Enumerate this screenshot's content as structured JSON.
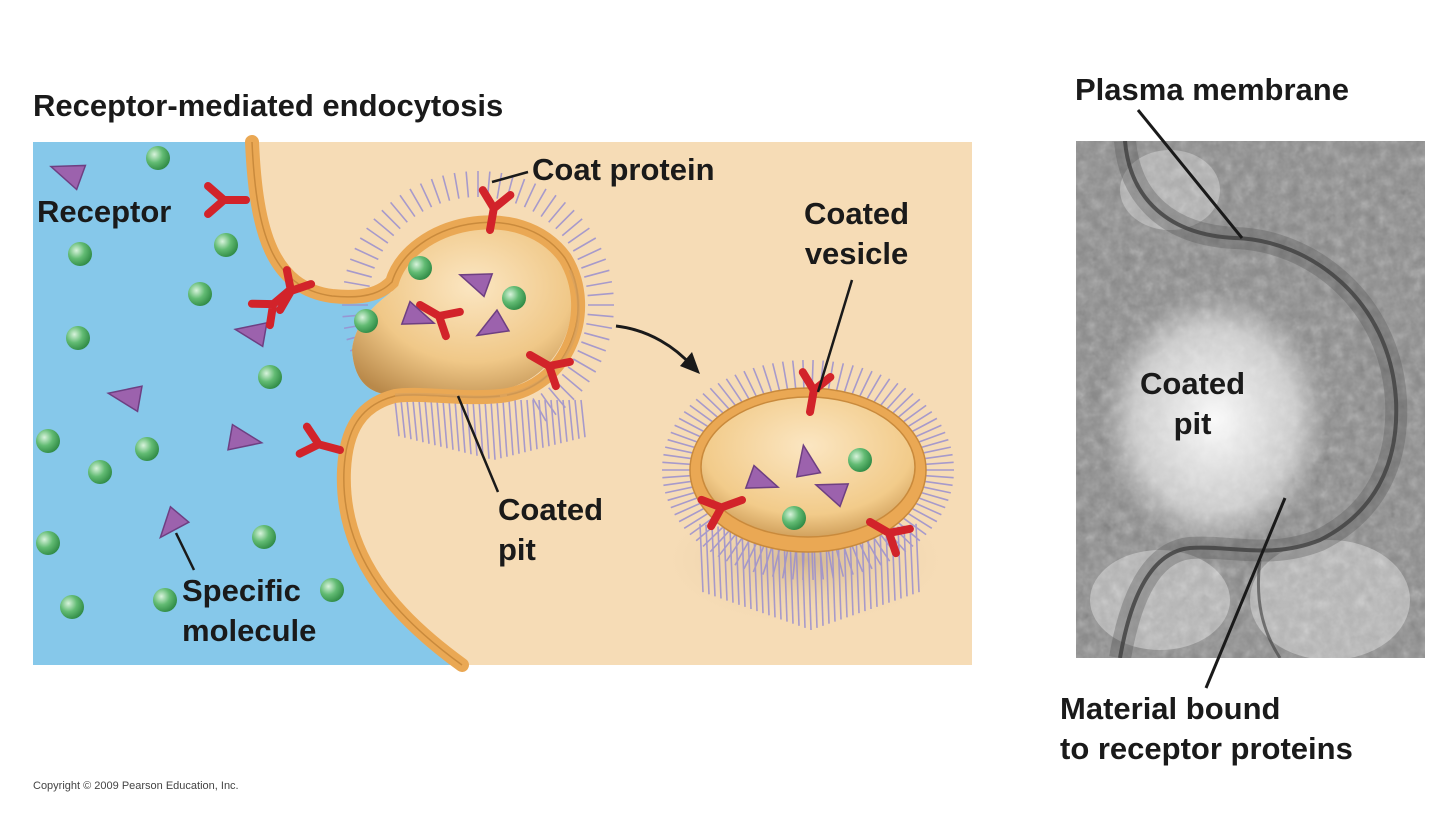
{
  "title": "Receptor-mediated endocytosis",
  "labels": {
    "receptor": "Receptor",
    "coat_protein": "Coat protein",
    "coated_vesicle_line1": "Coated",
    "coated_vesicle_line2": "vesicle",
    "coated_pit_line1": "Coated",
    "coated_pit_line2": "pit",
    "specific_molecule_line1": "Specific",
    "specific_molecule_line2": "molecule"
  },
  "micrograph": {
    "plasma_membrane": "Plasma membrane",
    "coated_pit_line1": "Coated",
    "coated_pit_line2": "pit",
    "material_line1": "Material bound",
    "material_line2": "to receptor proteins"
  },
  "copyright": "Copyright © 2009 Pearson Education, Inc.",
  "colors": {
    "extracellular": "#86c8ea",
    "cytoplasm": "#f6dcb6",
    "membrane": "#eaa854",
    "receptor": "#d2232a",
    "molecule_triangle": "#9c62ad",
    "molecule_sphere": "#5cb36e",
    "coat": "#9a8fcf"
  }
}
